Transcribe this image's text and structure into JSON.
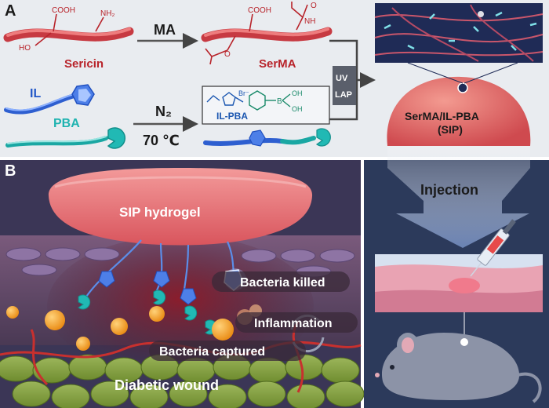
{
  "panel_a": {
    "letter": "A",
    "sericin": {
      "name": "Sericin",
      "cooh": "COOH",
      "nh2": "NH₂",
      "ho": "HO"
    },
    "arrow_ma": "MA",
    "sermа": "",
    "serma": {
      "name": "SerMA",
      "cooh": "COOH",
      "nh": "NH",
      "o": "O"
    },
    "il": "IL",
    "pba": "PBA",
    "n2": "N₂",
    "temp": "70 ℃",
    "ilpba": {
      "name": "IL-PBA",
      "br": "Br⁻",
      "oh": "OH",
      "b": "B"
    },
    "uv": "UV",
    "lap": "LAP",
    "product_line1": "SerMA/IL-PBA",
    "product_line2": "(SIP)"
  },
  "panel_b": {
    "letter": "B",
    "hydrogel": "SIP hydrogel",
    "killed": "Bacteria killed",
    "inflammation": "Inflammation",
    "captured": "Bacteria captured",
    "wound": "Diabetic wound"
  },
  "panel_c": {
    "injection": "Injection"
  },
  "colors": {
    "sericin_red": "#d9484f",
    "il_blue": "#3b6fe0",
    "pba_teal": "#21b9b4",
    "panel_a_bg": "#e9ecf0",
    "panel_b_bg": "#3b3656",
    "panel_c_bg": "#2c3a5b"
  },
  "icons": [
    "cube-icon",
    "hook-icon",
    "syringe-icon",
    "mouse-icon",
    "bacteria-icon"
  ]
}
